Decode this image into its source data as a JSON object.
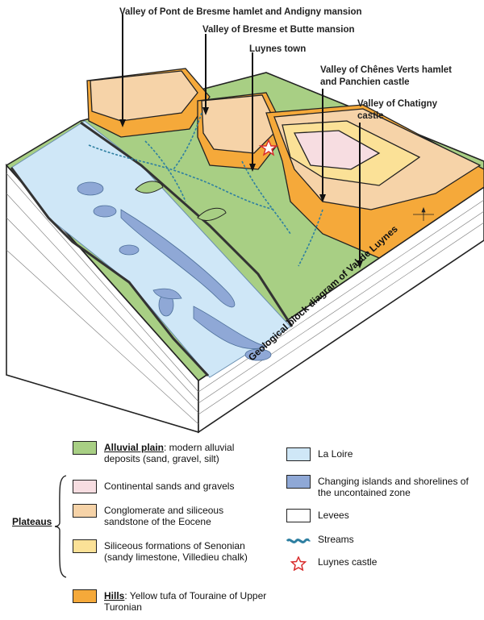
{
  "diagram": {
    "title": "Geological block diagram of Val de Luynes",
    "labels": [
      "Valley of Pont de Bresme hamlet and Andigny mansion",
      "Valley of Bresme et Butte mansion",
      "Luynes town",
      "Valley of Chênes Verts hamlet",
      "and Panchien castle",
      "Valley of Chatigny",
      "castle"
    ]
  },
  "legend": {
    "left": [
      {
        "name": "alluvial-plain",
        "bold": "Alluvial plain",
        "text": ": modern alluvial deposits (sand, gravel, silt)",
        "color": "#a8cf84"
      },
      {
        "name": "continental-sands",
        "text": "Continental sands and gravels",
        "color": "#f7dde1"
      },
      {
        "name": "conglomerate",
        "text": "Conglomerate and siliceous sandstone of the Eocene",
        "color": "#f6d3a8"
      },
      {
        "name": "senonian",
        "text": "Siliceous formations of Senonian (sandy limestone, Villedieu chalk)",
        "color": "#fbe197"
      },
      {
        "name": "hills",
        "bold": "Hills",
        "text": ": Yellow tufa of Touraine of Upper Turonian",
        "color": "#f5a93a"
      }
    ],
    "plateaus_label": "Plateaus",
    "right": [
      {
        "name": "la-loire",
        "text": "La Loire",
        "color": "#cfe7f7"
      },
      {
        "name": "changing-islands",
        "text": "Changing islands and shorelines of the uncontained zone",
        "color": "#8fa8d6"
      },
      {
        "name": "levees",
        "text": "Levees",
        "color": "#ffffff"
      },
      {
        "name": "streams",
        "text": "Streams",
        "color": "#2e7fa1"
      },
      {
        "name": "luynes-castle",
        "text": "Luynes castle",
        "color": "#d92b2b"
      }
    ]
  }
}
